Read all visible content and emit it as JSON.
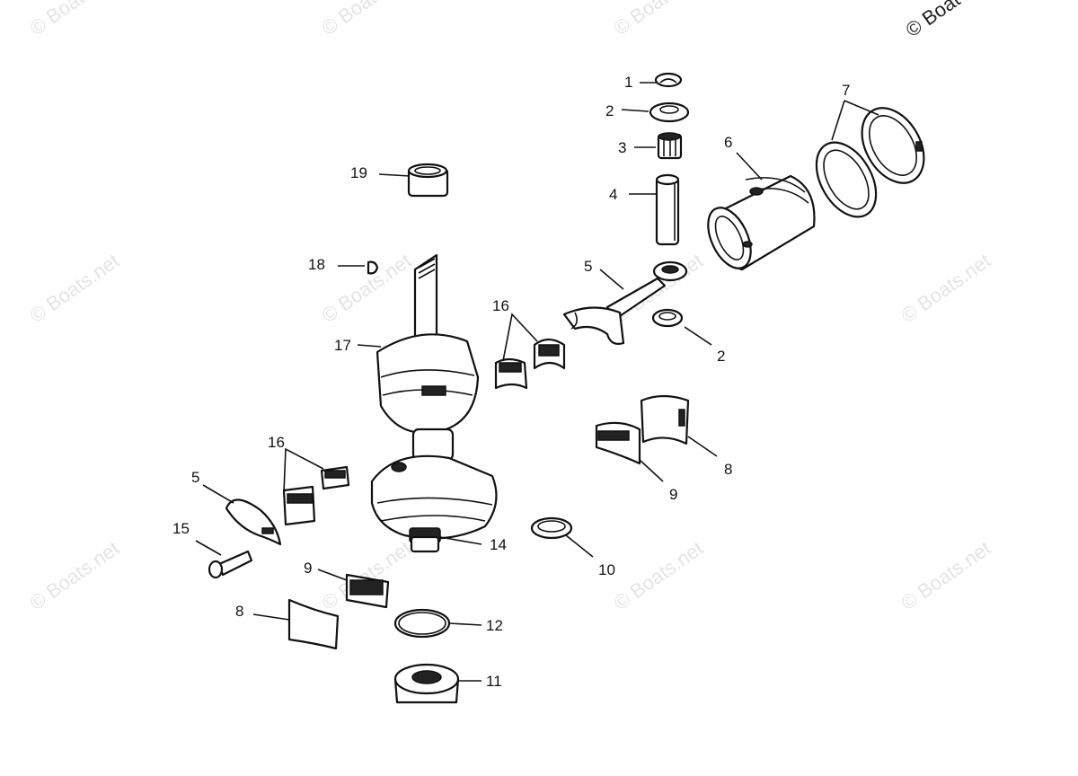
{
  "watermark": {
    "text": "© Boats.net",
    "corner_text": "© Boat"
  },
  "callouts": [
    {
      "id": "c1",
      "label": "1"
    },
    {
      "id": "c2a",
      "label": "2"
    },
    {
      "id": "c3",
      "label": "3"
    },
    {
      "id": "c4",
      "label": "4"
    },
    {
      "id": "c5a",
      "label": "5"
    },
    {
      "id": "c6",
      "label": "6"
    },
    {
      "id": "c7",
      "label": "7"
    },
    {
      "id": "c2b",
      "label": "2"
    },
    {
      "id": "c8a",
      "label": "8"
    },
    {
      "id": "c9a",
      "label": "9"
    },
    {
      "id": "c10",
      "label": "10"
    },
    {
      "id": "c11",
      "label": "11"
    },
    {
      "id": "c12",
      "label": "12"
    },
    {
      "id": "c14",
      "label": "14"
    },
    {
      "id": "c15",
      "label": "15"
    },
    {
      "id": "c16a",
      "label": "16"
    },
    {
      "id": "c16b",
      "label": "16"
    },
    {
      "id": "c17",
      "label": "17"
    },
    {
      "id": "c18",
      "label": "18"
    },
    {
      "id": "c19",
      "label": "19"
    },
    {
      "id": "c5b",
      "label": "5"
    },
    {
      "id": "c9b",
      "label": "9"
    },
    {
      "id": "c8b",
      "label": "8"
    }
  ]
}
